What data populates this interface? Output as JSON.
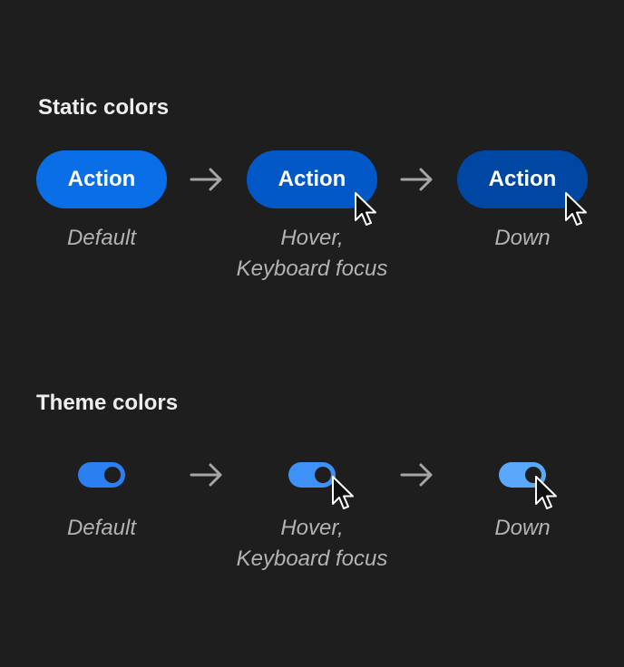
{
  "colors": {
    "background": "#1e1e1e",
    "title_text": "#eeeeee",
    "caption_text": "#b3b3b3",
    "arrow": "#a6a6a6",
    "static_default": "#0a6fe6",
    "static_hover": "#0358c8",
    "static_down": "#0046a3",
    "theme_default": "#2b7ff0",
    "theme_hover": "#3e92f7",
    "theme_down": "#5aa8fb"
  },
  "static_section": {
    "title": "Static colors",
    "button_label": "Action",
    "states": [
      {
        "caption": "Default"
      },
      {
        "caption": "Hover,\nKeyboard focus"
      },
      {
        "caption": "Down"
      }
    ]
  },
  "theme_section": {
    "title": "Theme colors",
    "states": [
      {
        "caption": "Default"
      },
      {
        "caption": "Hover,\nKeyboard focus"
      },
      {
        "caption": "Down"
      }
    ]
  },
  "icons": {
    "arrow": "arrow-right-icon",
    "cursor": "mouse-pointer-icon"
  }
}
